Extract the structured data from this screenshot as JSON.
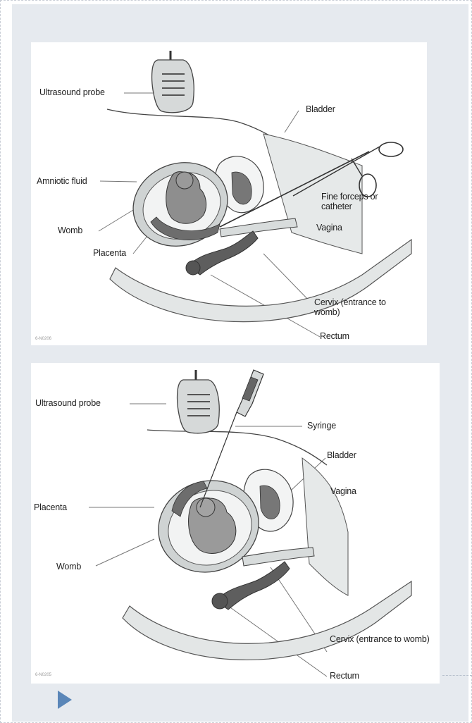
{
  "figure1": {
    "labels": {
      "ultrasound_probe": "Ultrasound probe",
      "bladder": "Bladder",
      "amniotic_fluid": "Amniotic fluid",
      "fine_forceps": "Fine forceps or catheter",
      "womb": "Womb",
      "vagina": "Vagina",
      "placenta": "Placenta",
      "cervix": "Cervix (entrance to womb)",
      "rectum": "Rectum"
    },
    "code": "6-N0206"
  },
  "figure2": {
    "labels": {
      "ultrasound_probe": "Ultrasound probe",
      "syringe": "Syringe",
      "bladder": "Bladder",
      "vagina": "Vagina",
      "placenta": "Placenta",
      "womb": "Womb",
      "cervix": "Cervix (entrance to womb)",
      "rectum": "Rectum"
    },
    "code": "6-N0205"
  },
  "controls": {
    "next_icon": "play-icon"
  },
  "colors": {
    "panel": "#e6eaef",
    "accent": "#5a86b8",
    "tissue": "#dfe3e3",
    "dark": "#555555"
  }
}
